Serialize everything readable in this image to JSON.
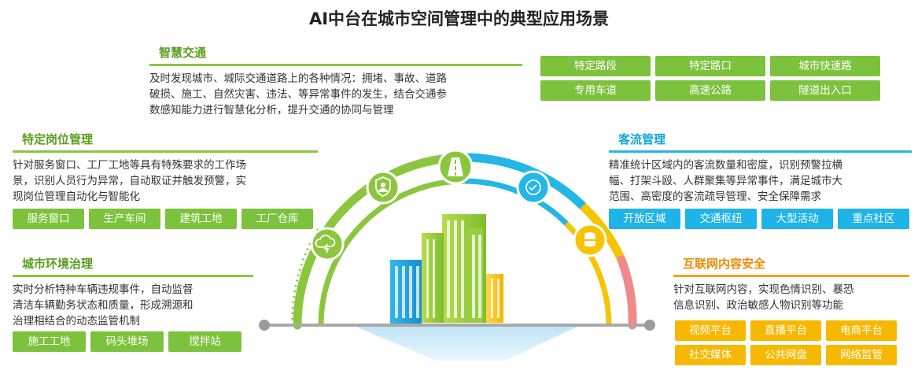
{
  "title": "AI中台在城市空间管理中的典型应用场景",
  "colors": {
    "green": "#7cc23c",
    "blue": "#1fb4e8",
    "yellow": "#f6b800",
    "pink": "#f08a8a"
  },
  "smart_traffic": {
    "title": "智慧交通",
    "desc": [
      "及时发现城市、城际交通道路上的各种情况：拥堵、事故、道路",
      "破损、施工、自然灾害、违法、等异常事件的发生，结合交通参",
      "数感知能力进行智慧化分析，提升交通的协同与管理"
    ],
    "tags": [
      "特定路段",
      "特定路口",
      "城市快速路",
      "专用车道",
      "高速公路",
      "隧道出入口"
    ]
  },
  "post_management": {
    "title": "特定岗位管理",
    "desc": [
      "针对服务窗口、工厂工地等具有特殊要求的工作场",
      "景，识别人员行为异常，自动取证并触发预警，实",
      "现岗位管理自动化与智能化"
    ],
    "tags": [
      "服务窗口",
      "生产车间",
      "建筑工地",
      "工厂仓库"
    ]
  },
  "environment": {
    "title": "城市环境治理",
    "desc": [
      "实时分析特种车辆违规事件，自动监督",
      "清洁车辆勤务状态和质量，形成溯源和",
      "治理相结合的动态监管机制"
    ],
    "tags": [
      "施工工地",
      "码头堆场",
      "搅拌站"
    ]
  },
  "passenger_flow": {
    "title": "客流管理",
    "desc": [
      "精准统计区域内的客流数量和密度，识别预警拉横",
      "幅、打架斗殴、人群聚集等异常事件，满足城市大",
      "范围、高密度的客流疏导管理、安全保障需求"
    ],
    "tags": [
      "开放区域",
      "交通枢纽",
      "大型活动",
      "重点社区"
    ]
  },
  "internet_security": {
    "title": "互联网内容安全",
    "desc": [
      "针对互联网内容，实现色情识别、暴恐",
      "信息识别、政治敏感人物识别等功能"
    ],
    "tags": [
      "视频平台",
      "直播平台",
      "电商平台",
      "社交媒体",
      "公共网盘",
      "网络监管"
    ]
  }
}
